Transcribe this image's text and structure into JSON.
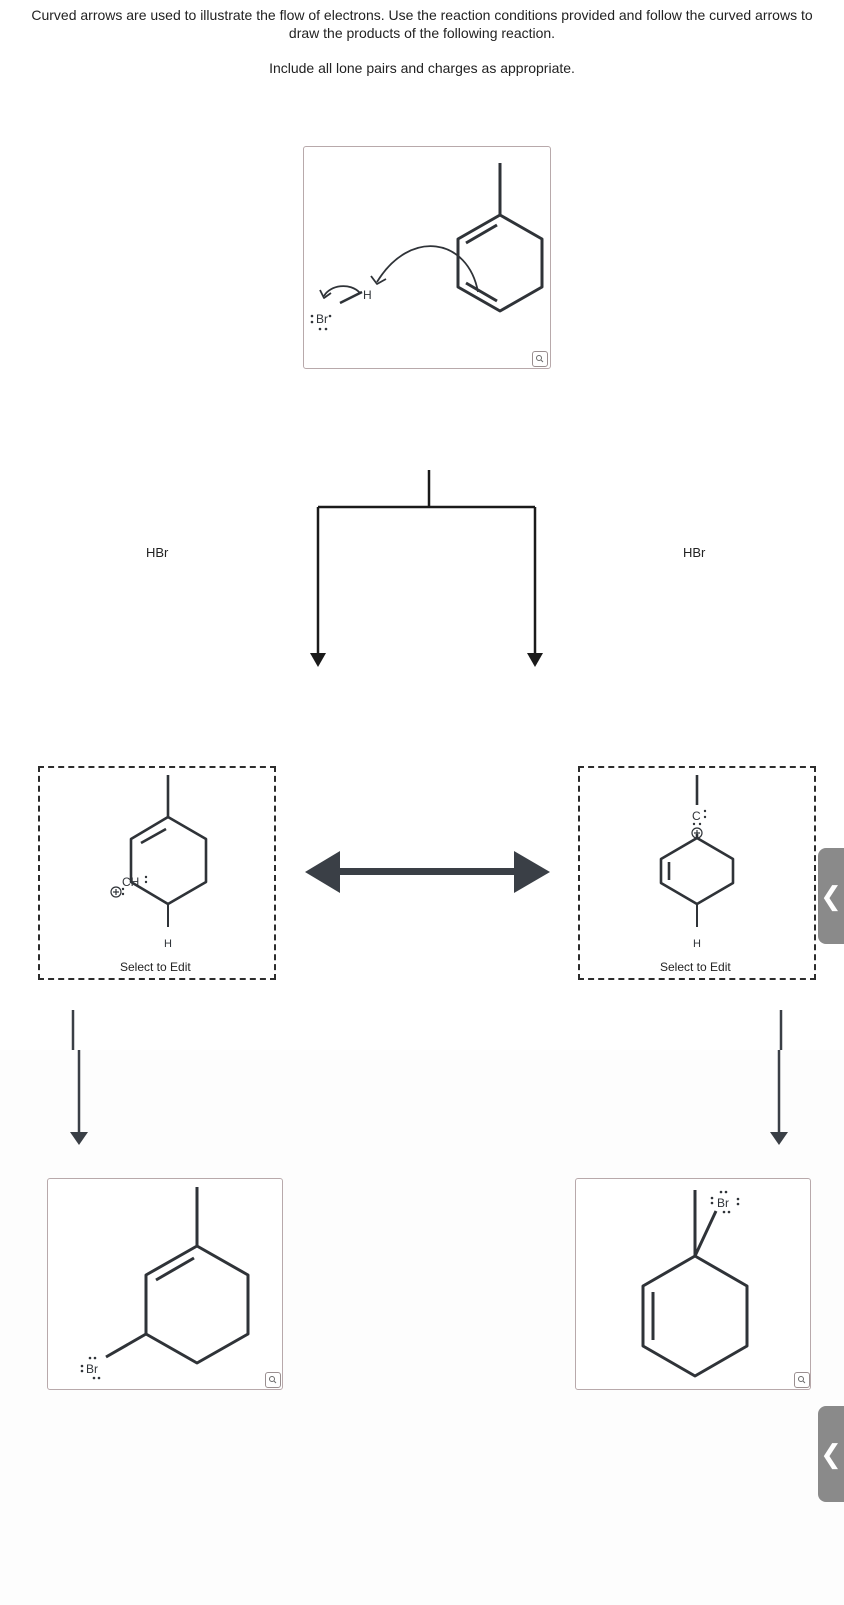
{
  "instructions": {
    "line1": "Curved arrows are used to illustrate the flow of electrons. Use the reaction conditions provided and follow the curved arrows to draw the products of the following reaction.",
    "line2": "Include all lone pairs and charges as appropriate."
  },
  "reagents": {
    "left": "HBr",
    "right": "HBr"
  },
  "start_molecule": {
    "atom_br": "Br",
    "atom_h": "H"
  },
  "product_left": {
    "atom_ch": "CH",
    "atom_h": "H",
    "charge": "+",
    "caption": "Select to Edit"
  },
  "product_right": {
    "atom_c": "C",
    "atom_h": "H",
    "charge": "+",
    "caption": "Select to Edit"
  },
  "final_left": {
    "atom_br": "Br"
  },
  "final_right": {
    "atom_br": "Br"
  },
  "side_tab": {
    "glyph": "❮"
  }
}
